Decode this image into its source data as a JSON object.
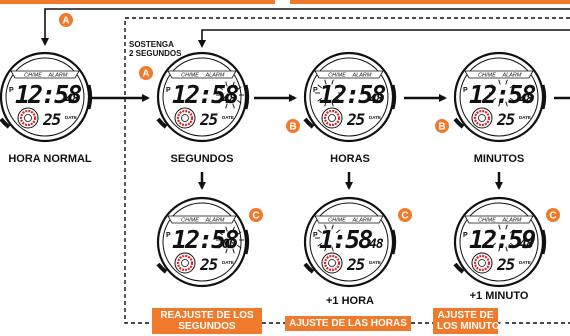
{
  "hold_note_line1": "SOSTENGA",
  "hold_note_line2": "2 SEGUNDOS",
  "buttons": {
    "a": "A",
    "b": "B",
    "c": "C"
  },
  "watch_labels": {
    "chime": "CHIME",
    "alarm": "ALARM",
    "date_tag": "DATE",
    "pm_indicator": "P"
  },
  "states": {
    "normal": {
      "caption": "HORA NORMAL",
      "time": "12:58",
      "seconds": "48",
      "date": "25"
    },
    "seconds": {
      "caption": "SEGUNDOS",
      "time": "12:58",
      "seconds": "48",
      "date": "25"
    },
    "hours": {
      "caption": "HORAS",
      "time": "12:58",
      "seconds": "48",
      "date": "25"
    },
    "minutes": {
      "caption": "MINUTOS",
      "time": "12:58",
      "seconds": "48",
      "date": "25"
    },
    "seconds_reset": {
      "time": "12:58",
      "seconds": "00",
      "date": "25"
    },
    "hour_plus": {
      "caption": "+1 HORA",
      "time": "1:58",
      "seconds": "48",
      "date": "25"
    },
    "minute_plus": {
      "caption": "+1 MINUTO",
      "time": "12:59",
      "seconds": "48",
      "date": "25"
    }
  },
  "tags": {
    "seconds_line1": "REAJUSTE DE LOS",
    "seconds_line2": "SEGUNDOS",
    "hours": "AJUSTE DE LAS HORAS",
    "minutes_line1": "AJUSTE DE",
    "minutes_line2": "LOS MINUTOS"
  },
  "colors": {
    "accent": "#f07a2c",
    "ink": "#111111",
    "watch_red": "#d8262c"
  }
}
